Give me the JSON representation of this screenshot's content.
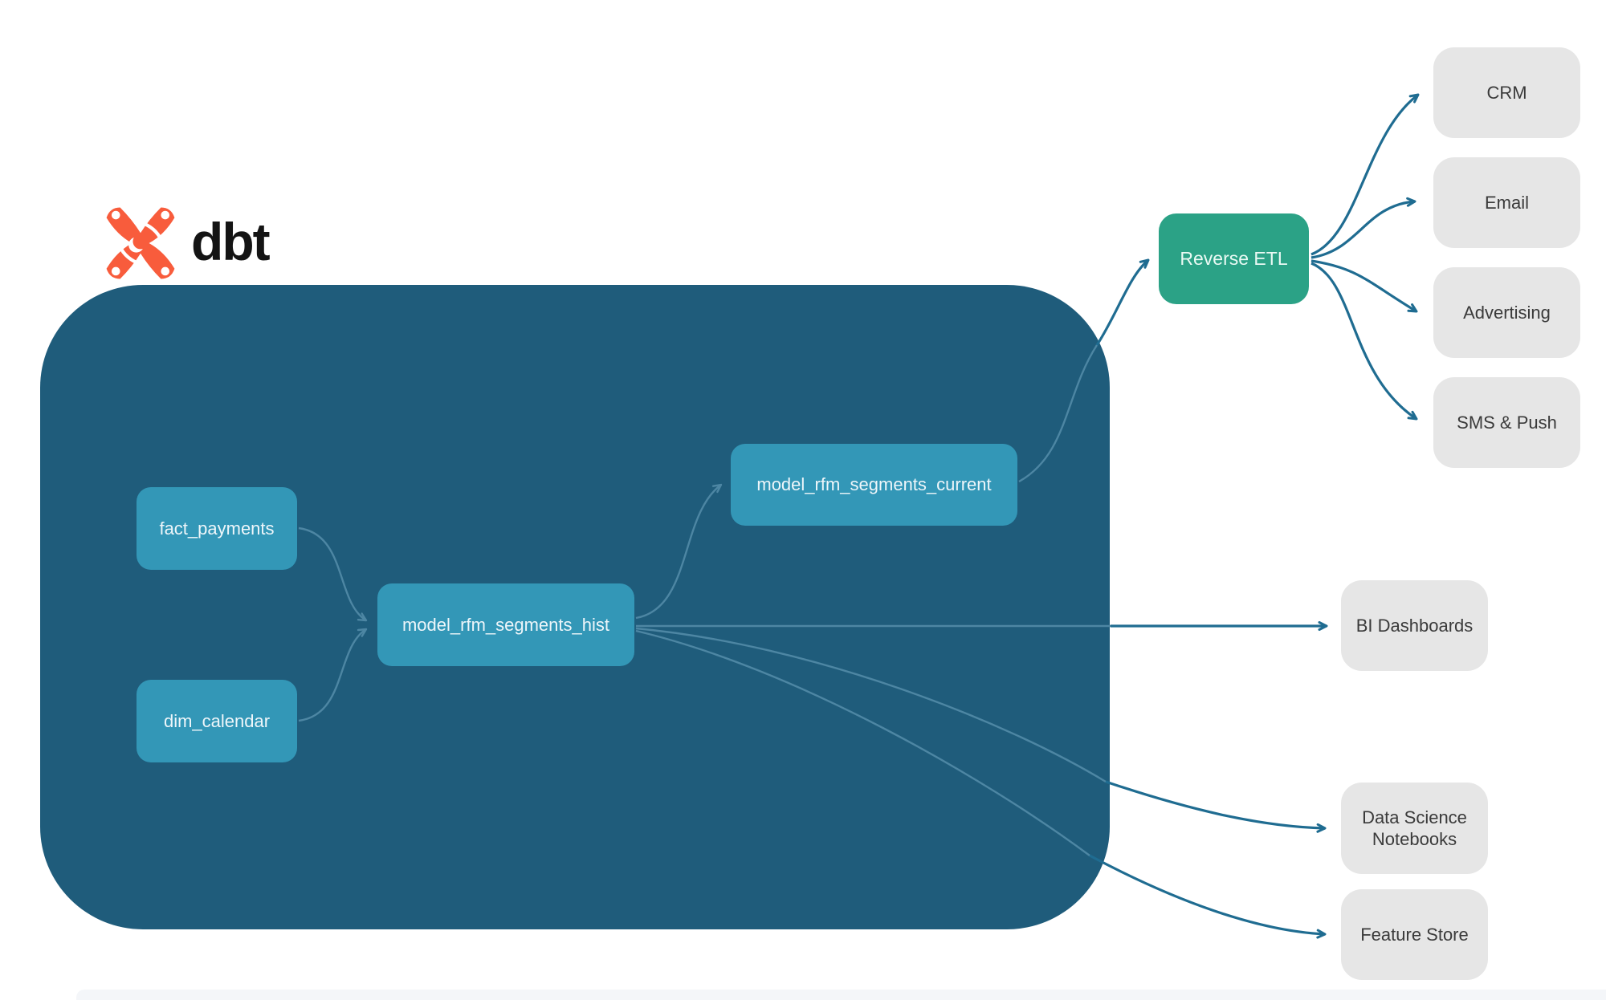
{
  "logo": {
    "text": "dbt",
    "icon": "dbt-flower-icon",
    "icon_color": "#f85c3c",
    "text_color": "#141414"
  },
  "container": {
    "role": "dbt warehouse boundary",
    "fill": "#1f5c7b"
  },
  "nodes": [
    {
      "id": "fact_payments",
      "label": "fact_payments",
      "type": "source-model",
      "color": "#3397b7"
    },
    {
      "id": "dim_calendar",
      "label": "dim_calendar",
      "type": "source-model",
      "color": "#3397b7"
    },
    {
      "id": "model_rfm_segments_hist",
      "label": "model_rfm_segments_hist",
      "type": "model",
      "color": "#3397b7"
    },
    {
      "id": "model_rfm_segments_current",
      "label": "model_rfm_segments_current",
      "type": "model",
      "color": "#3397b7"
    },
    {
      "id": "reverse_etl",
      "label": "Reverse ETL",
      "type": "service",
      "color": "#2ba286"
    },
    {
      "id": "crm",
      "label": "CRM",
      "type": "destination",
      "color": "#e6e6e6"
    },
    {
      "id": "email",
      "label": "Email",
      "type": "destination",
      "color": "#e6e6e6"
    },
    {
      "id": "advertising",
      "label": "Advertising",
      "type": "destination",
      "color": "#e6e6e6"
    },
    {
      "id": "sms_push",
      "label": "SMS & Push",
      "type": "destination",
      "color": "#e6e6e6"
    },
    {
      "id": "bi_dashboards",
      "label": "BI Dashboards",
      "type": "destination",
      "color": "#e6e6e6"
    },
    {
      "id": "ds_notebooks",
      "label": "Data Science Notebooks",
      "type": "destination",
      "color": "#e6e6e6"
    },
    {
      "id": "feature_store",
      "label": "Feature Store",
      "type": "destination",
      "color": "#e6e6e6"
    }
  ],
  "edges": [
    {
      "from": "fact_payments",
      "to": "model_rfm_segments_hist"
    },
    {
      "from": "dim_calendar",
      "to": "model_rfm_segments_hist"
    },
    {
      "from": "model_rfm_segments_hist",
      "to": "model_rfm_segments_current"
    },
    {
      "from": "model_rfm_segments_current",
      "to": "reverse_etl"
    },
    {
      "from": "reverse_etl",
      "to": "crm"
    },
    {
      "from": "reverse_etl",
      "to": "email"
    },
    {
      "from": "reverse_etl",
      "to": "advertising"
    },
    {
      "from": "reverse_etl",
      "to": "sms_push"
    },
    {
      "from": "model_rfm_segments_hist",
      "to": "bi_dashboards"
    },
    {
      "from": "model_rfm_segments_hist",
      "to": "ds_notebooks"
    },
    {
      "from": "model_rfm_segments_hist",
      "to": "feature_store"
    }
  ],
  "colors": {
    "background": "#ffffff",
    "warehouse_fill": "#1f5c7b",
    "model_node_fill": "#3397b7",
    "service_node_fill": "#2ba286",
    "destination_node_fill": "#e6e6e6",
    "edge_outside": "#1f6c91",
    "edge_inside": "#4d86a3",
    "node_text_light": "#eef6fa",
    "node_text_dark": "#3a3a3a",
    "logo_orange": "#f85c3c"
  }
}
